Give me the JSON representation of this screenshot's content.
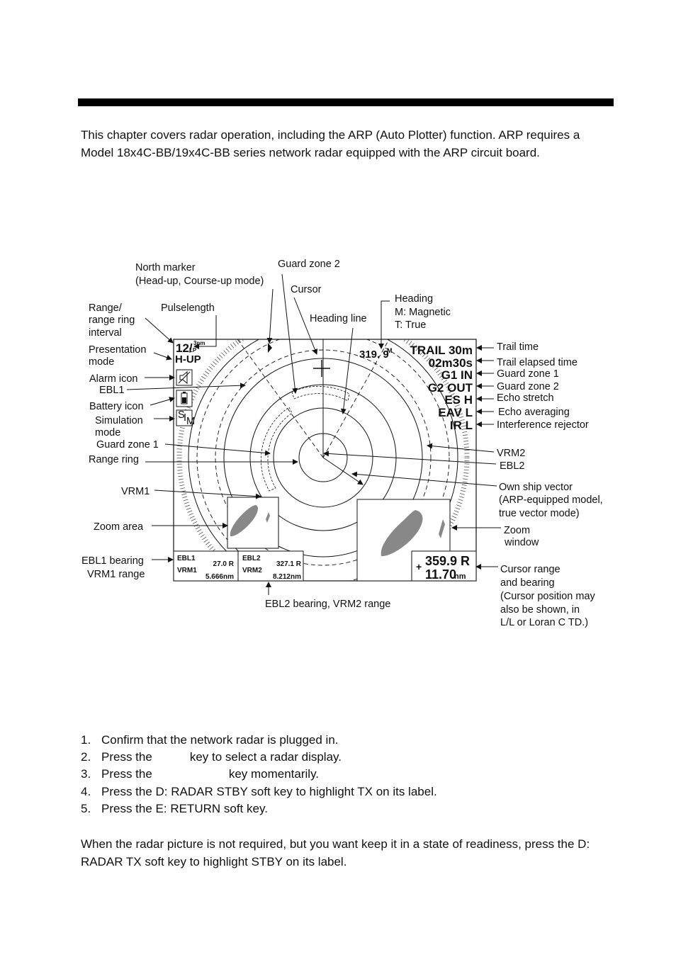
{
  "intro": "This chapter covers radar operation, including the ARP (Auto Plotter) function. ARP requires a Model 18x4C-BB/19x4C-BB series network radar equipped with the ARP circuit board.",
  "figure": {
    "callouts": {
      "north_marker": [
        "North marker",
        "(Head-up, Course-up mode)"
      ],
      "guard_zone_2_top": "Guard zone 2",
      "cursor": "Cursor",
      "heading": [
        "Heading",
        "M: Magnetic",
        "T: True"
      ],
      "range_ring_interval": [
        "Range/",
        "range ring",
        "interval"
      ],
      "pulselength": "Pulselength",
      "heading_line": "Heading line",
      "presentation_mode": [
        "Presentation",
        "mode"
      ],
      "alarm_icon": "Alarm icon",
      "ebl1": "EBL1",
      "battery_icon": "Battery icon",
      "simulation_mode": [
        "Simulation",
        "mode"
      ],
      "guard_zone_1_left": "Guard zone 1",
      "range_ring": "Range ring",
      "vrm1": "VRM1",
      "zoom_area": "Zoom area",
      "ebl1_bearing": "EBL1 bearing",
      "vrm1_range": "VRM1 range",
      "ebl2_vrm2": "EBL2 bearing, VRM2 range",
      "trail_time": "Trail time",
      "trail_elapsed": "Trail elapsed time",
      "guard_zone_1_right": "Guard zone 1",
      "guard_zone_2_right": "Guard zone 2",
      "echo_stretch": "Echo stretch",
      "echo_averaging": "Echo averaging",
      "interference_rejector": "Interference rejector",
      "vrm2": "VRM2",
      "ebl2": "EBL2",
      "own_ship_vector": [
        "Own ship vector",
        "(ARP-equipped model,",
        "true vector mode)"
      ],
      "zoom_window": [
        "Zoom",
        "window"
      ],
      "cursor_range_bearing": [
        "Cursor range",
        "and bearing",
        "(Cursor position may",
        "also be shown, in",
        "L/L or Loran C TD.)"
      ]
    },
    "screen": {
      "range": "12/",
      "ring_interval": "3nm",
      "pulse": "LP",
      "mode": "H-UP",
      "heading_value": "319. 9",
      "heading_ref": "M",
      "trail": "TRAIL 30m",
      "elapsed": "02m30s",
      "g1": "G1 IN",
      "g2": "G2 OUT",
      "es": "ES  H",
      "eav": "EAV L",
      "ir": "IR  L",
      "sim_s": "S",
      "sim_i": "I",
      "sim_m": "M",
      "ebl1_label": "EBL1",
      "ebl1_value": "27.0  R",
      "vrm1_label": "VRM1",
      "vrm1_value": "5.666nm",
      "ebl2_label": "EBL2",
      "ebl2_value": "327.1  R",
      "vrm2_label": "VRM2",
      "vrm2_value": "8.212nm",
      "cursor_plus": "+",
      "cursor_bearing": "359.9  R",
      "cursor_range": "11.70",
      "cursor_unit": "nm"
    }
  },
  "steps": [
    {
      "num": "1.",
      "text": "Confirm that the network radar is plugged in."
    },
    {
      "num": "2.",
      "pre": "Press the",
      "post": "key to select a radar display."
    },
    {
      "num": "3.",
      "pre": "Press the",
      "post": "key momentarily."
    },
    {
      "num": "4.",
      "text": "Press the D: RADAR STBY soft key to highlight TX on its label."
    },
    {
      "num": "5.",
      "text": "Press the E: RETURN soft key."
    }
  ],
  "closing": "When the radar picture is not required, but you want keep it in a state of readiness, press the D: RADAR TX soft key to highlight STBY on its label."
}
